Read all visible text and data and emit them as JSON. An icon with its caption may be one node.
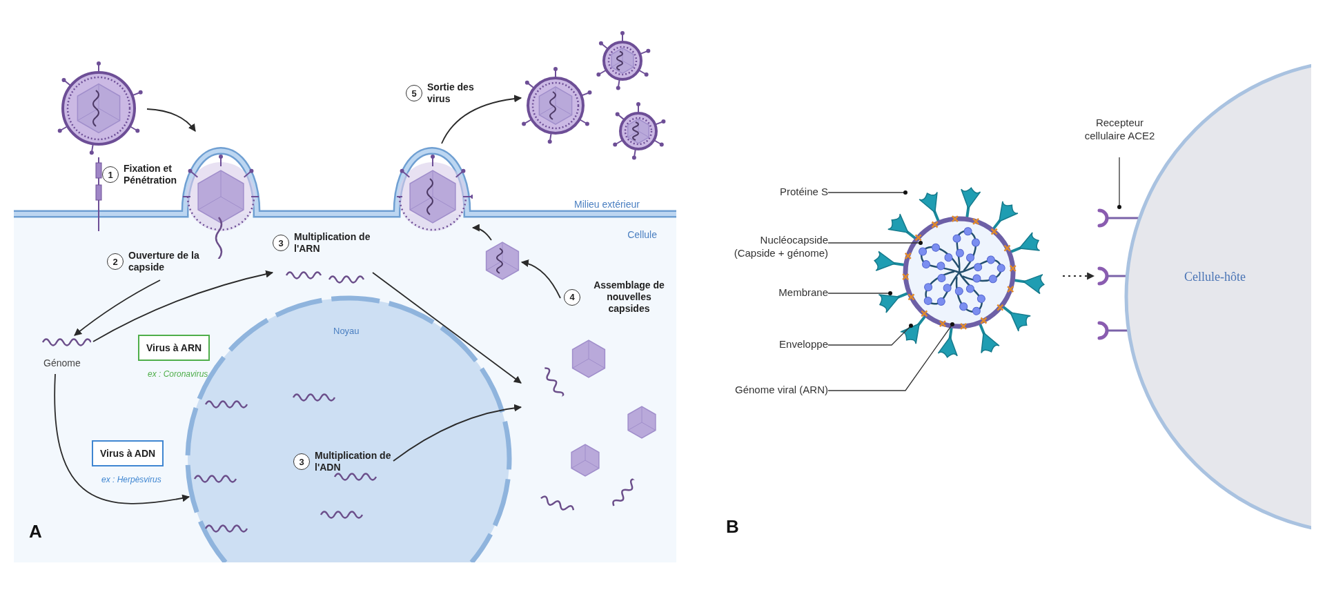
{
  "diagram": {
    "nodes": [
      {
        "text": [
          "Cellule"
        ]
      },
      {
        "text": [],
        "shape": "picture"
      },
      {
        "text": [
          "1",
          "Fixation et Pénétration"
        ]
      },
      {
        "text": [],
        "shape": "picture"
      },
      {
        "text": [
          "2",
          "Ouverture de la capside"
        ],
        "in": 0
      },
      {
        "text": [
          "Génome"
        ],
        "in": 0
      },
      {
        "text": [
          "3",
          "Multiplication de l'ARN"
        ],
        "in": 0
      },
      {
        "text": [
          "Virus à ARN"
        ],
        "beside": [
          "ex : Coronavirus"
        ],
        "in": 0
      },
      {
        "text": [
          "Virus à ADN"
        ],
        "beside": [
          "ex : Herpèsvirus"
        ],
        "in": 0
      },
      {
        "text": [
          "Noyau"
        ],
        "in": 0
      },
      {
        "text": [
          "3",
          "Multiplication de l'ADN"
        ],
        "in": 9
      },
      {
        "text": [
          "4",
          "Assemblage de nouvelles capsides"
        ],
        "in": 0
      },
      {
        "text": [],
        "shape": "picture",
        "in": 0
      },
      {
        "text": [],
        "shape": "picture"
      },
      {
        "text": [
          "5",
          "Sortie des virus"
        ]
      },
      {
        "text": [],
        "shape": "picture"
      },
      {
        "text": [
          "Protéine S"
        ]
      },
      {
        "text": [
          "Nucléocapside (Capside + génome)"
        ]
      },
      {
        "text": [
          "Membrane"
        ]
      },
      {
        "text": [
          "Enveloppe"
        ]
      },
      {
        "text": [
          "Génome viral (ARN)"
        ]
      },
      {
        "text": [
          "Recepteur cellulaire ACE2"
        ]
      },
      {
        "text": [],
        "shape": "picture"
      },
      {
        "text": [],
        "shape": "picture"
      },
      {
        "text": [],
        "shape": "picture"
      },
      {
        "text": [],
        "shape": "picture"
      },
      {
        "text": [
          "Cellule-hôte"
        ]
      }
    ],
    "edges": [
      {
        "from": 1,
        "to": 3,
        "arrow": "to"
      },
      {
        "from": 4,
        "to": 5,
        "arrow": "to"
      },
      {
        "from": 5,
        "to": 6,
        "arrow": "to"
      },
      {
        "from": 5,
        "to": 9,
        "arrow": "to"
      },
      {
        "from": 6,
        "to": 11,
        "arrow": "to"
      },
      {
        "from": 10,
        "to": 11,
        "arrow": "to"
      },
      {
        "from": 11,
        "to": 12,
        "arrow": "to"
      },
      {
        "from": 12,
        "to": 13,
        "arrow": "to"
      },
      {
        "from": 13,
        "to": 15,
        "arrow": "to"
      },
      {
        "from": 16,
        "to": 22,
        "arrow": "other"
      },
      {
        "from": 17,
        "to": 22,
        "arrow": "other"
      },
      {
        "from": 18,
        "to": 22,
        "arrow": "other"
      },
      {
        "from": 19,
        "to": 22,
        "arrow": "other"
      },
      {
        "from": 20,
        "to": 22,
        "arrow": "other"
      },
      {
        "from": 21,
        "to": 23,
        "arrow": "other"
      },
      {
        "from": 22,
        "to": 24,
        "arrow": "to",
        "style": "dashed"
      }
    ],
    "labels": [
      "Milieu extérieur",
      "A",
      "B"
    ]
  }
}
